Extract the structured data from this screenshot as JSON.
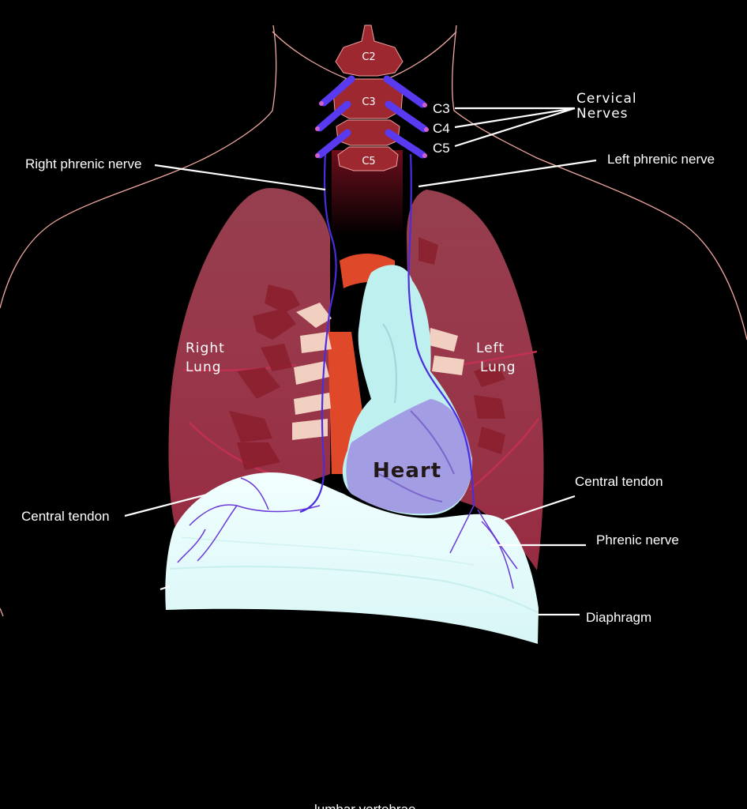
{
  "labels": {
    "cervical_line1": "Cervical",
    "cervical_line2": "Nerves",
    "c3": "C3",
    "c4": "C4",
    "c5": "C5",
    "right_phrenic_nerve": "Right phrenic nerve",
    "left_phrenic_nerve": "Left phrenic nerve",
    "right_lung_line1": "Right",
    "right_lung_line2": "Lung",
    "left_lung_line1": "Left",
    "left_lung_line2": "Lung",
    "heart": "Heart",
    "central_tendon_left": "Central tendon",
    "central_tendon_right": "Central tendon",
    "phrenic_nerve": "Phrenic nerve",
    "diaphragm": "Diaphragm",
    "bottom_cut_text": "lumbar vertebrae"
  },
  "vertebrae": {
    "c2": "C2",
    "c3": "C3",
    "c5": "C5"
  },
  "colors": {
    "background": "#000000",
    "body_outline": "#f0a8a0",
    "lung": "#c84a62",
    "lung_airway": "#8a1e2c",
    "vertebra": "#9e2830",
    "nerve": "#4b2de0",
    "heart": "#bff0f0",
    "diaphragm": "#e6fbfb",
    "aorta": "#e0482a",
    "label": "#ffffff"
  }
}
